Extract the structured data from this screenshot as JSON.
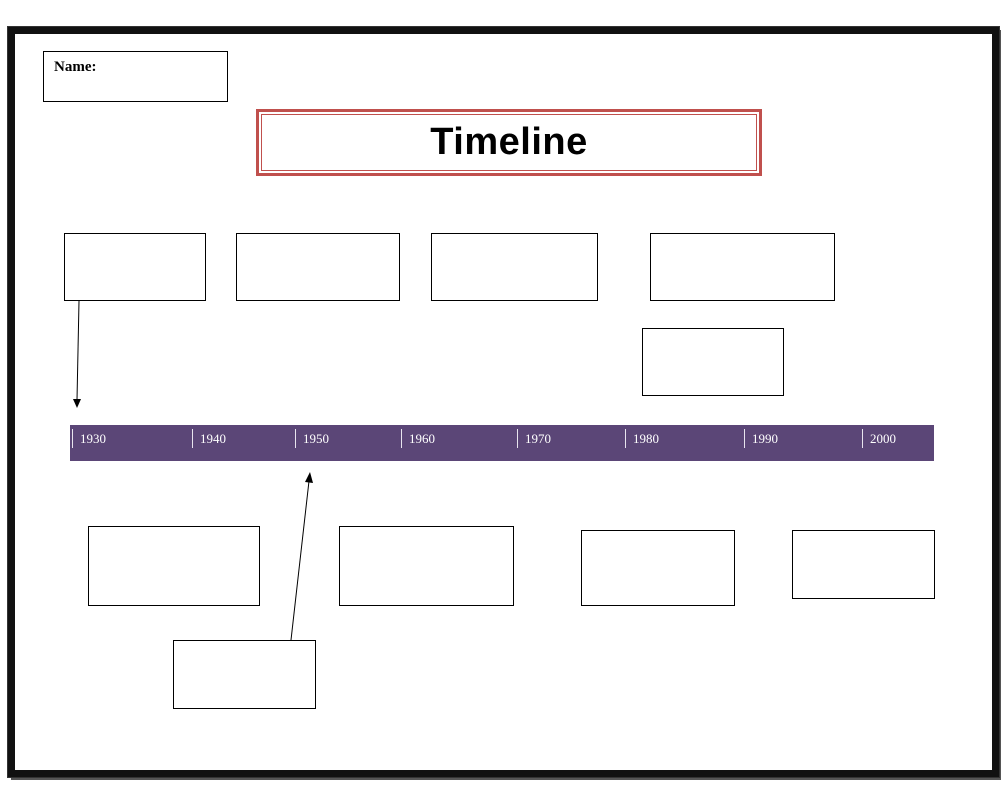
{
  "worksheet": {
    "name_label": "Name:",
    "title": "Timeline"
  },
  "timeline": {
    "years": [
      "1930",
      "1940",
      "1950",
      "1960",
      "1970",
      "1980",
      "1990",
      "2000"
    ],
    "bar_color": "#5b4677",
    "title_border_color": "#c0504d"
  }
}
